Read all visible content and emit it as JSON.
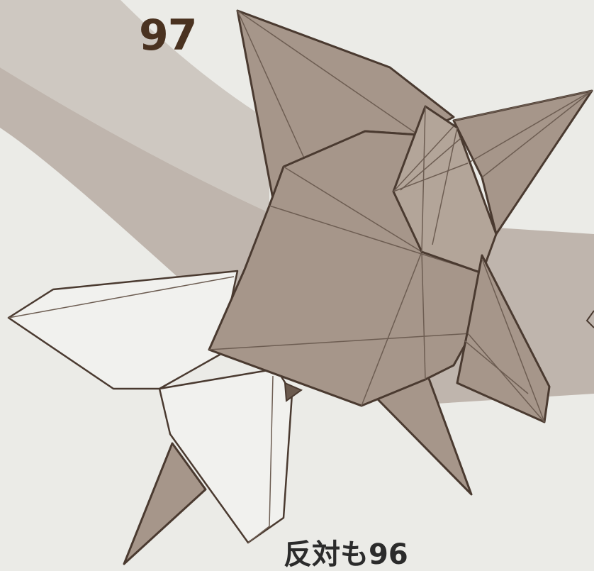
{
  "step": {
    "number": "97"
  },
  "caption": {
    "prefix": "反対も",
    "step_ref": "96"
  },
  "colors": {
    "background": "#ebebe7",
    "band": "#b7aca2",
    "paper_colored": "#a6968a",
    "paper_colored_light": "#b3a599",
    "paper_white": "#f1f1ee",
    "outline": "#4a3a30",
    "crease": "#6d5d52"
  }
}
